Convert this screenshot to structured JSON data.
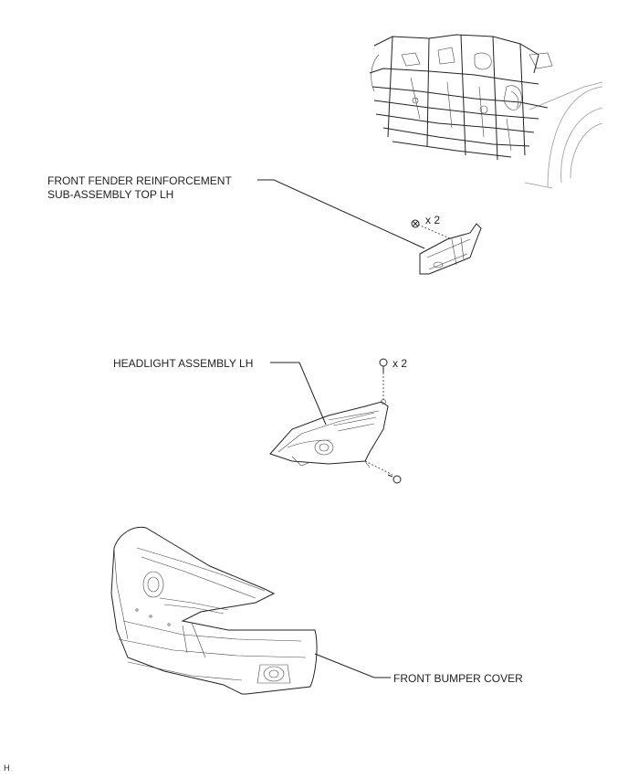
{
  "labels": {
    "reinforcement_line1": "FRONT FENDER REINFORCEMENT",
    "reinforcement_line2": "SUB-ASSEMBLY TOP LH",
    "headlight": "HEADLIGHT ASSEMBLY LH",
    "bumper": "FRONT BUMPER COVER"
  },
  "quantities": {
    "reinforcement_bolts": "x 2",
    "headlight_bolts": "x 2"
  },
  "corner_mark": "H"
}
